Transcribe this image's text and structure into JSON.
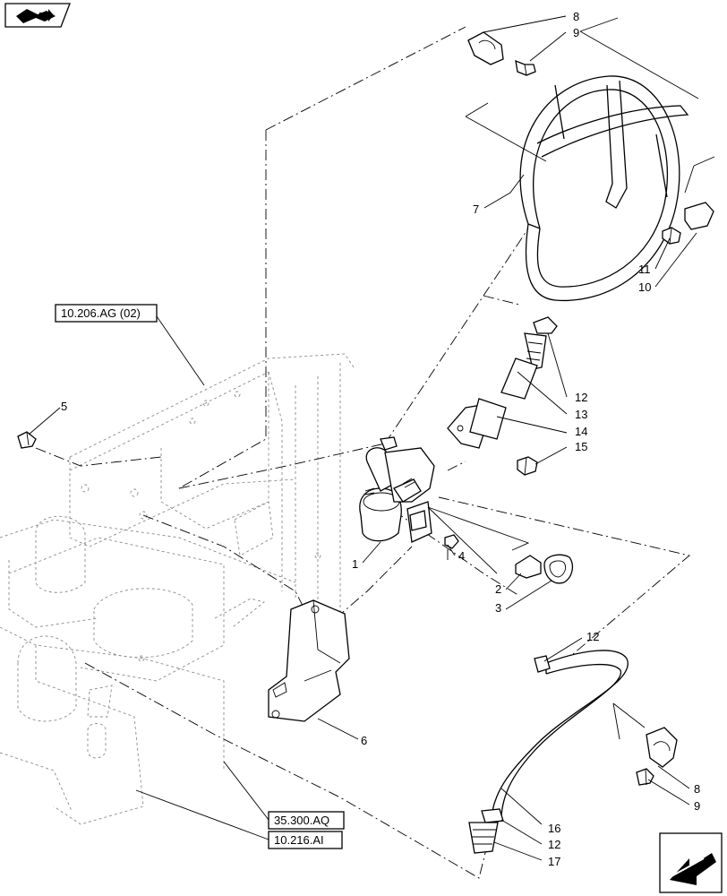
{
  "callouts": {
    "n1": "1",
    "n2": "2",
    "n3": "3",
    "n4": "4",
    "n5": "5",
    "n6": "6",
    "n7": "7",
    "n8a": "8",
    "n9a": "9",
    "n10": "10",
    "n11": "11",
    "n12a": "12",
    "n13": "13",
    "n14": "14",
    "n15": "15",
    "n12b": "12",
    "n16": "16",
    "n8b": "8",
    "n9b": "9",
    "n12c": "12",
    "n17": "17"
  },
  "references": {
    "top": "10.206.AG (02)",
    "mid": "35.300.AQ",
    "bottom": "10.216.AI"
  },
  "icons": {
    "top_left": "kit-symbol-icon",
    "bottom_right": "previous-page-arrow-icon"
  }
}
